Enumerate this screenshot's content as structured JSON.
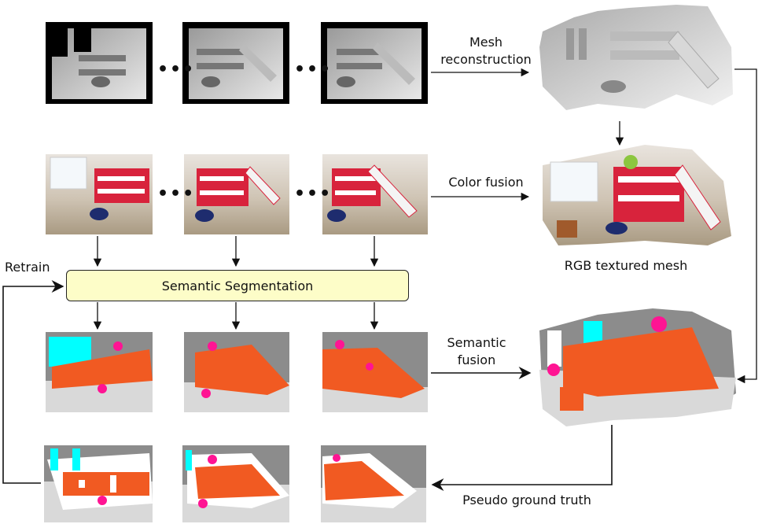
{
  "labels": {
    "mesh_reconstruction_1": "Mesh",
    "mesh_reconstruction_2": "reconstruction",
    "color_fusion": "Color fusion",
    "rgb_textured_mesh": "RGB textured mesh",
    "retrain": "Retrain",
    "semantic_segmentation": "Semantic Segmentation",
    "semantic_fusion_1": "Semantic",
    "semantic_fusion_2": "fusion",
    "pseudo_ground_truth": "Pseudo ground truth",
    "ellipsis": "•••"
  },
  "colors": {
    "bed": "#f15a22",
    "wall": "#8c8c8c",
    "floor": "#d9d9d9",
    "window": "#00ffff",
    "object": "#ff1493",
    "unlabeled": "#ffffff",
    "box_fill": "#fdfdc8"
  }
}
